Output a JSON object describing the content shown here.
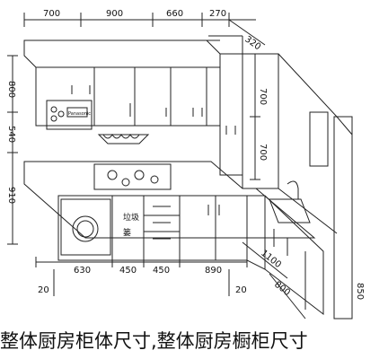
{
  "top_dimensions": [
    "700",
    "900",
    "660",
    "270",
    "320"
  ],
  "left_dimensions": [
    "800",
    "540",
    "910"
  ],
  "upper_right_dimensions": [
    "700",
    "700"
  ],
  "bottom_dimensions": [
    "20",
    "630",
    "450",
    "450",
    "890",
    "20"
  ],
  "right_run_dimensions": [
    "1100",
    "800",
    "850"
  ],
  "brand_label": "Panasonic",
  "cabinet_labels": {
    "lajilou": "垃圾",
    "lajilou2": "篓"
  },
  "caption": "整体厨房柜体尺寸,整体厨房橱柜尺寸"
}
